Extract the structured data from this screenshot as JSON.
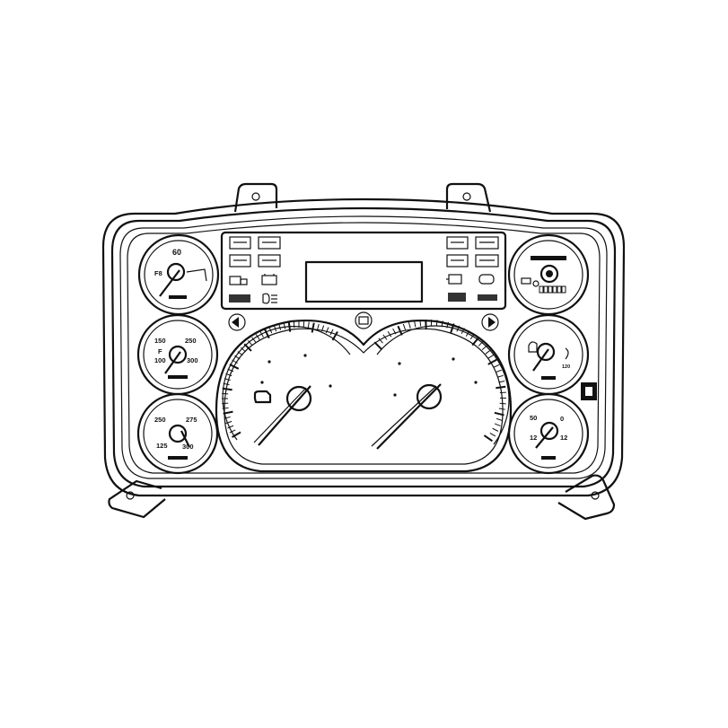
{
  "gauges": {
    "top_left": {
      "marks": [
        "60",
        "F8"
      ]
    },
    "mid_left": {
      "marks": [
        "150",
        "250",
        "100",
        "300",
        "F"
      ]
    },
    "bottom_left": {
      "marks": [
        "250",
        "275",
        "125",
        "300"
      ]
    },
    "mid_right": {
      "marks": [
        "120"
      ]
    },
    "bottom_right": {
      "marks": [
        "50",
        "0",
        "12",
        "12"
      ]
    }
  }
}
